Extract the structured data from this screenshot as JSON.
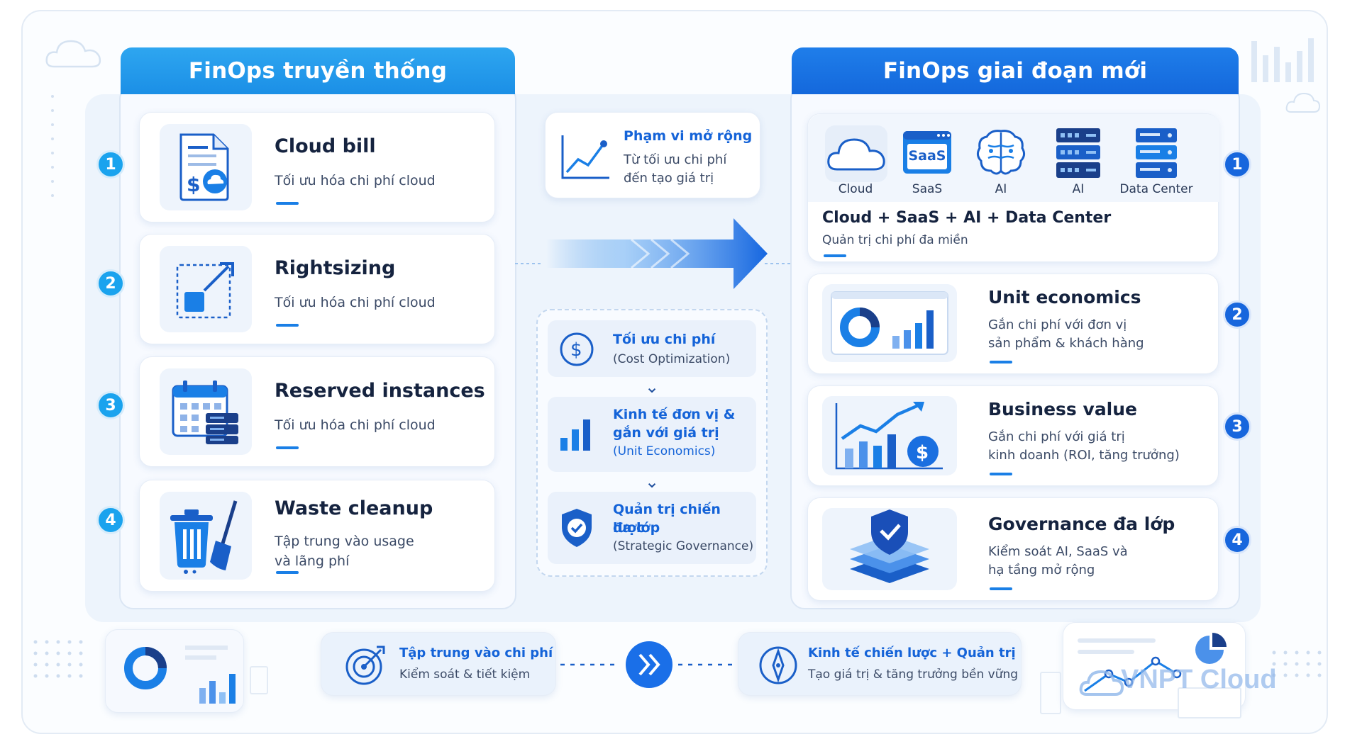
{
  "left": {
    "title": "FinOps truyền thống",
    "items": [
      {
        "num": "1",
        "title": "Cloud bill",
        "desc": "Tối ưu hóa chi phí cloud"
      },
      {
        "num": "2",
        "title": "Rightsizing",
        "desc": "Tối ưu hóa chi phí cloud"
      },
      {
        "num": "3",
        "title": "Reserved instances",
        "desc": "Tối ưu hóa chi phí cloud"
      },
      {
        "num": "4",
        "title": "Waste cleanup",
        "desc_lines": [
          "Tập trung vào usage",
          "và lãng phí"
        ]
      }
    ]
  },
  "middle": {
    "scope": {
      "title": "Phạm vi mở rộng",
      "lines": [
        "Từ tối ưu chi phí",
        "đến tạo giá trị"
      ]
    },
    "steps": [
      {
        "title_lines": [
          "Tối ưu chi phí"
        ],
        "sub": "(Cost Optimization)"
      },
      {
        "title_lines": [
          "Kinh tế đơn vị &",
          "gắn với giá trị"
        ],
        "sub": "(Unit Economics)"
      },
      {
        "title_lines": [
          "Quản trị chiến lược",
          "đa lớp"
        ],
        "sub": "(Strategic Governance)"
      }
    ]
  },
  "right": {
    "title": "FinOps giai đoạn mới",
    "domains": {
      "labels": [
        "Cloud",
        "SaaS",
        "AI",
        "AI",
        "Data Center"
      ],
      "saas_badge": "SaaS",
      "title": "Cloud + SaaS + AI + Data Center",
      "desc": "Quản trị chi phí đa miền"
    },
    "items": [
      {
        "num": "1"
      },
      {
        "num": "2",
        "title": "Unit economics",
        "desc_lines": [
          "Gắn chi phí với đơn vị",
          "sản phẩm & khách hàng"
        ]
      },
      {
        "num": "3",
        "title": "Business value",
        "desc_lines": [
          "Gắn chi phí với giá trị",
          "kinh doanh (ROI, tăng trưởng)"
        ]
      },
      {
        "num": "4",
        "title": "Governance đa lớp",
        "desc_lines": [
          "Kiểm soát AI, SaaS và",
          "hạ tầng mở rộng"
        ]
      }
    ]
  },
  "bottom": {
    "left": {
      "title": "Tập trung vào chi phí",
      "desc": "Kiểm soát & tiết kiệm"
    },
    "right": {
      "title": "Kinh tế chiến lược + Quản trị",
      "desc": "Tạo giá trị & tăng trưởng bền vững"
    }
  },
  "watermark": "VNPT Cloud",
  "colors": {
    "accent": "#1a7fe6",
    "accent_dark": "#1463d8",
    "left_header": "#1b8fe6",
    "right_header": "#1468dc"
  }
}
